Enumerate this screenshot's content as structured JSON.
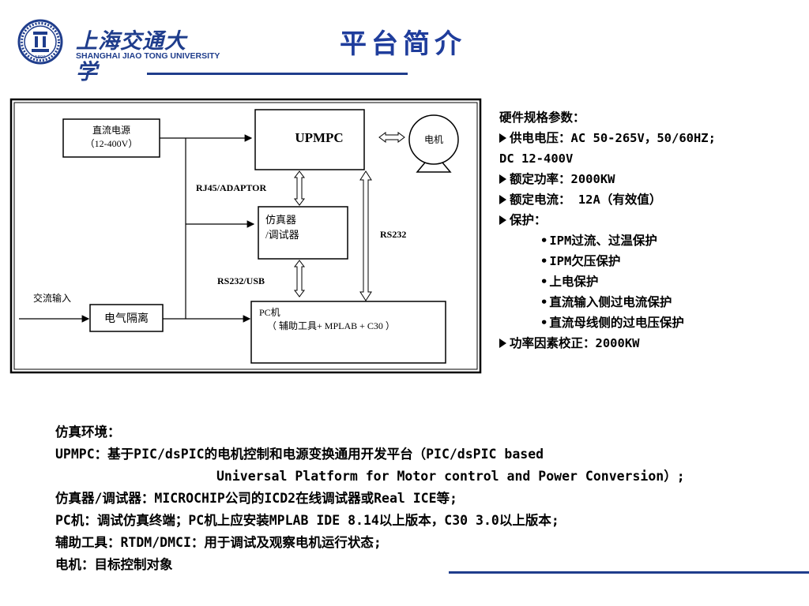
{
  "header": {
    "logo_cn": "上海交通大学",
    "logo_en": "SHANGHAI  JIAO TONG  UNIVERSITY",
    "seal_year": "1896",
    "title": "平台简介"
  },
  "diagram": {
    "dc_source_line1": "直流电源",
    "dc_source_line2": "（12-400V）",
    "upmpc": "UPMPC",
    "motor": "电机",
    "rj45": "RJ45/ADAPTOR",
    "emulator_line1": "仿真器",
    "emulator_line2": "/调试器",
    "rs232": "RS232",
    "rs232usb": "RS232/USB",
    "ac_input": "交流输入",
    "isolation": "电气隔离",
    "pc_line1": "PC机",
    "pc_line2": "（ 辅助工具+ MPLAB + C30 ）"
  },
  "specs": {
    "heading": "硬件规格参数：",
    "voltage_1": "供电电压：AC 50-265V，50/60HZ;",
    "voltage_2": "DC 12-400V",
    "power": "额定功率：2000KW",
    "current": "额定电流： 12A（有效值）",
    "protection": "保护：",
    "prot_items": [
      "IPM过流、过温保护",
      "IPM欠压保护",
      "上电保护",
      "直流输入侧过电流保护",
      "直流母线侧的过电压保护"
    ],
    "pf": "功率因素校正：2000KW"
  },
  "notes": {
    "line1": "仿真环境：",
    "line2": "UPMPC：基于PIC/dsPIC的电机控制和电源变换通用开发平台（PIC/dsPIC based",
    "line3": "Universal Platform for Motor control and Power Conversion）;",
    "line4": "仿真器/调试器：MICROCHIP公司的ICD2在线调试器或Real ICE等;",
    "line5": "PC机：调试仿真终端；PC机上应安装MPLAB IDE 8.14以上版本，C30 3.0以上版本;",
    "line6": "辅助工具：RTDM/DMCI：用于调试及观察电机运行状态;",
    "line7": "电机：目标控制对象"
  },
  "colors": {
    "brand_blue": "#1f3d8c",
    "title_blue": "#1f3d9c"
  }
}
